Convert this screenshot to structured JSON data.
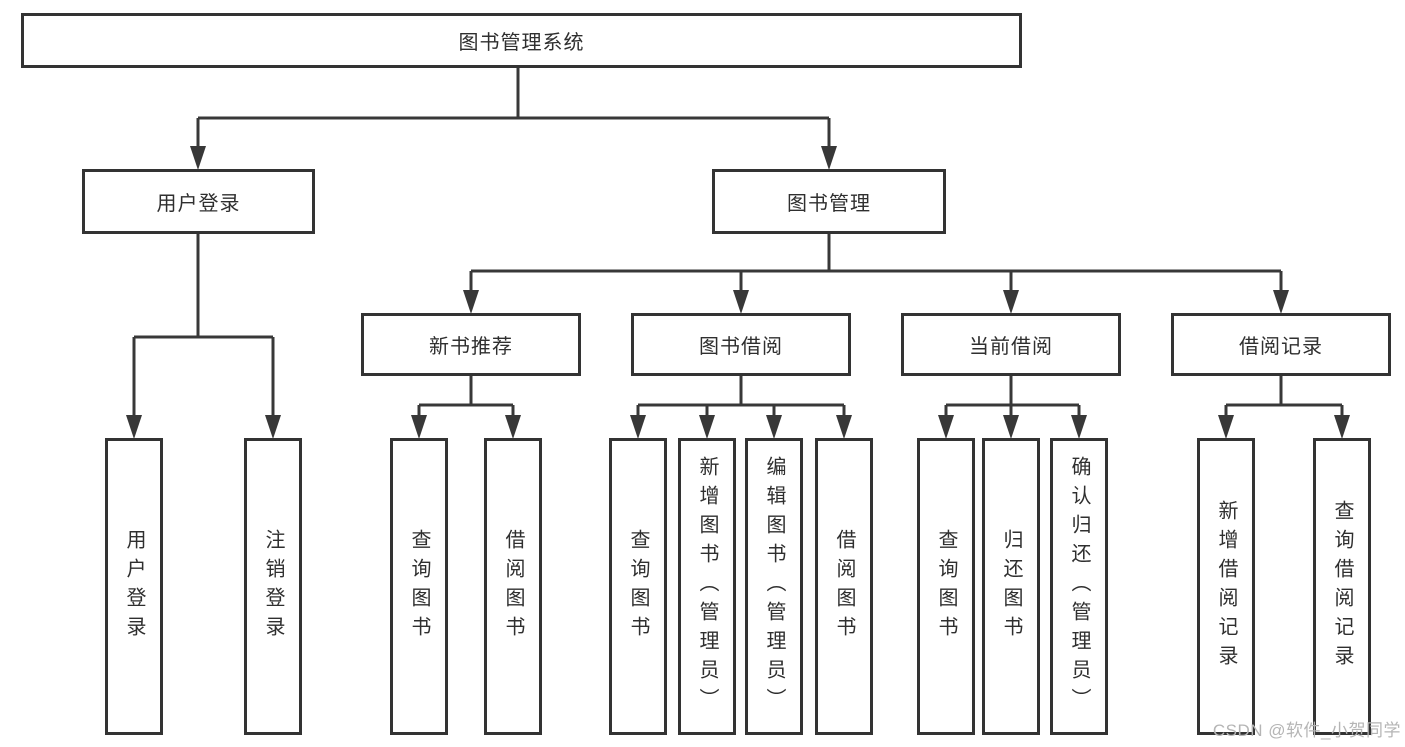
{
  "diagram_title": "图书管理系统",
  "watermark": "CSDN @软件_小贺同学",
  "colors": {
    "line": "#383838",
    "box_border": "#333333",
    "text": "#2f2f2f",
    "watermark": "#b5b5b5",
    "background": "#ffffff"
  },
  "tree": {
    "root": {
      "label": "图书管理系统"
    },
    "branches": [
      {
        "label": "用户登录",
        "children": [
          {
            "label": "用户登录"
          },
          {
            "label": "注销登录"
          }
        ]
      },
      {
        "label": "图书管理",
        "children": [
          {
            "label": "新书推荐",
            "children": [
              {
                "label": "查询图书"
              },
              {
                "label": "借阅图书"
              }
            ]
          },
          {
            "label": "图书借阅",
            "children": [
              {
                "label": "查询图书"
              },
              {
                "label": "新增图书（管理员）"
              },
              {
                "label": "编辑图书（管理员）"
              },
              {
                "label": "借阅图书"
              }
            ]
          },
          {
            "label": "当前借阅",
            "children": [
              {
                "label": "查询图书"
              },
              {
                "label": "归还图书"
              },
              {
                "label": "确认归还（管理员）"
              }
            ]
          },
          {
            "label": "借阅记录",
            "children": [
              {
                "label": "新增借阅记录"
              },
              {
                "label": "查询借阅记录"
              }
            ]
          }
        ]
      }
    ]
  }
}
